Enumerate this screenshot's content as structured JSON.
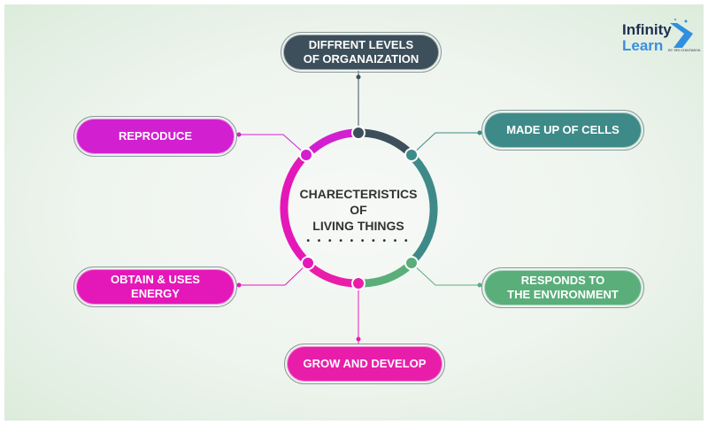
{
  "center": {
    "line1": "CHARECTERISTICS",
    "line2": "OF",
    "line3": "LIVING THINGS",
    "dots": "• • • • • • • • • •"
  },
  "nodes": [
    {
      "label_1": "DIFFRENT LEVELS",
      "label_2": "OF ORGANAIZATION",
      "color": "#3d4f5a"
    },
    {
      "label_1": "MADE UP OF CELLS",
      "color": "#3e8a88"
    },
    {
      "label_1": "RESPONDS TO",
      "label_2": "THE ENVIRONMENT",
      "color": "#5aae7a"
    },
    {
      "label_1": "GROW AND DEVELOP",
      "color": "#e81eaa"
    },
    {
      "label_1": "OBTAIN & USES",
      "label_2": "ENERGY",
      "color": "#e418b8"
    },
    {
      "label_1": "REPRODUCE",
      "color": "#d21fd0"
    }
  ],
  "logo": {
    "line1": "Infinity",
    "line2": "Learn",
    "tagline": "BY SRI CHAITANYA"
  }
}
